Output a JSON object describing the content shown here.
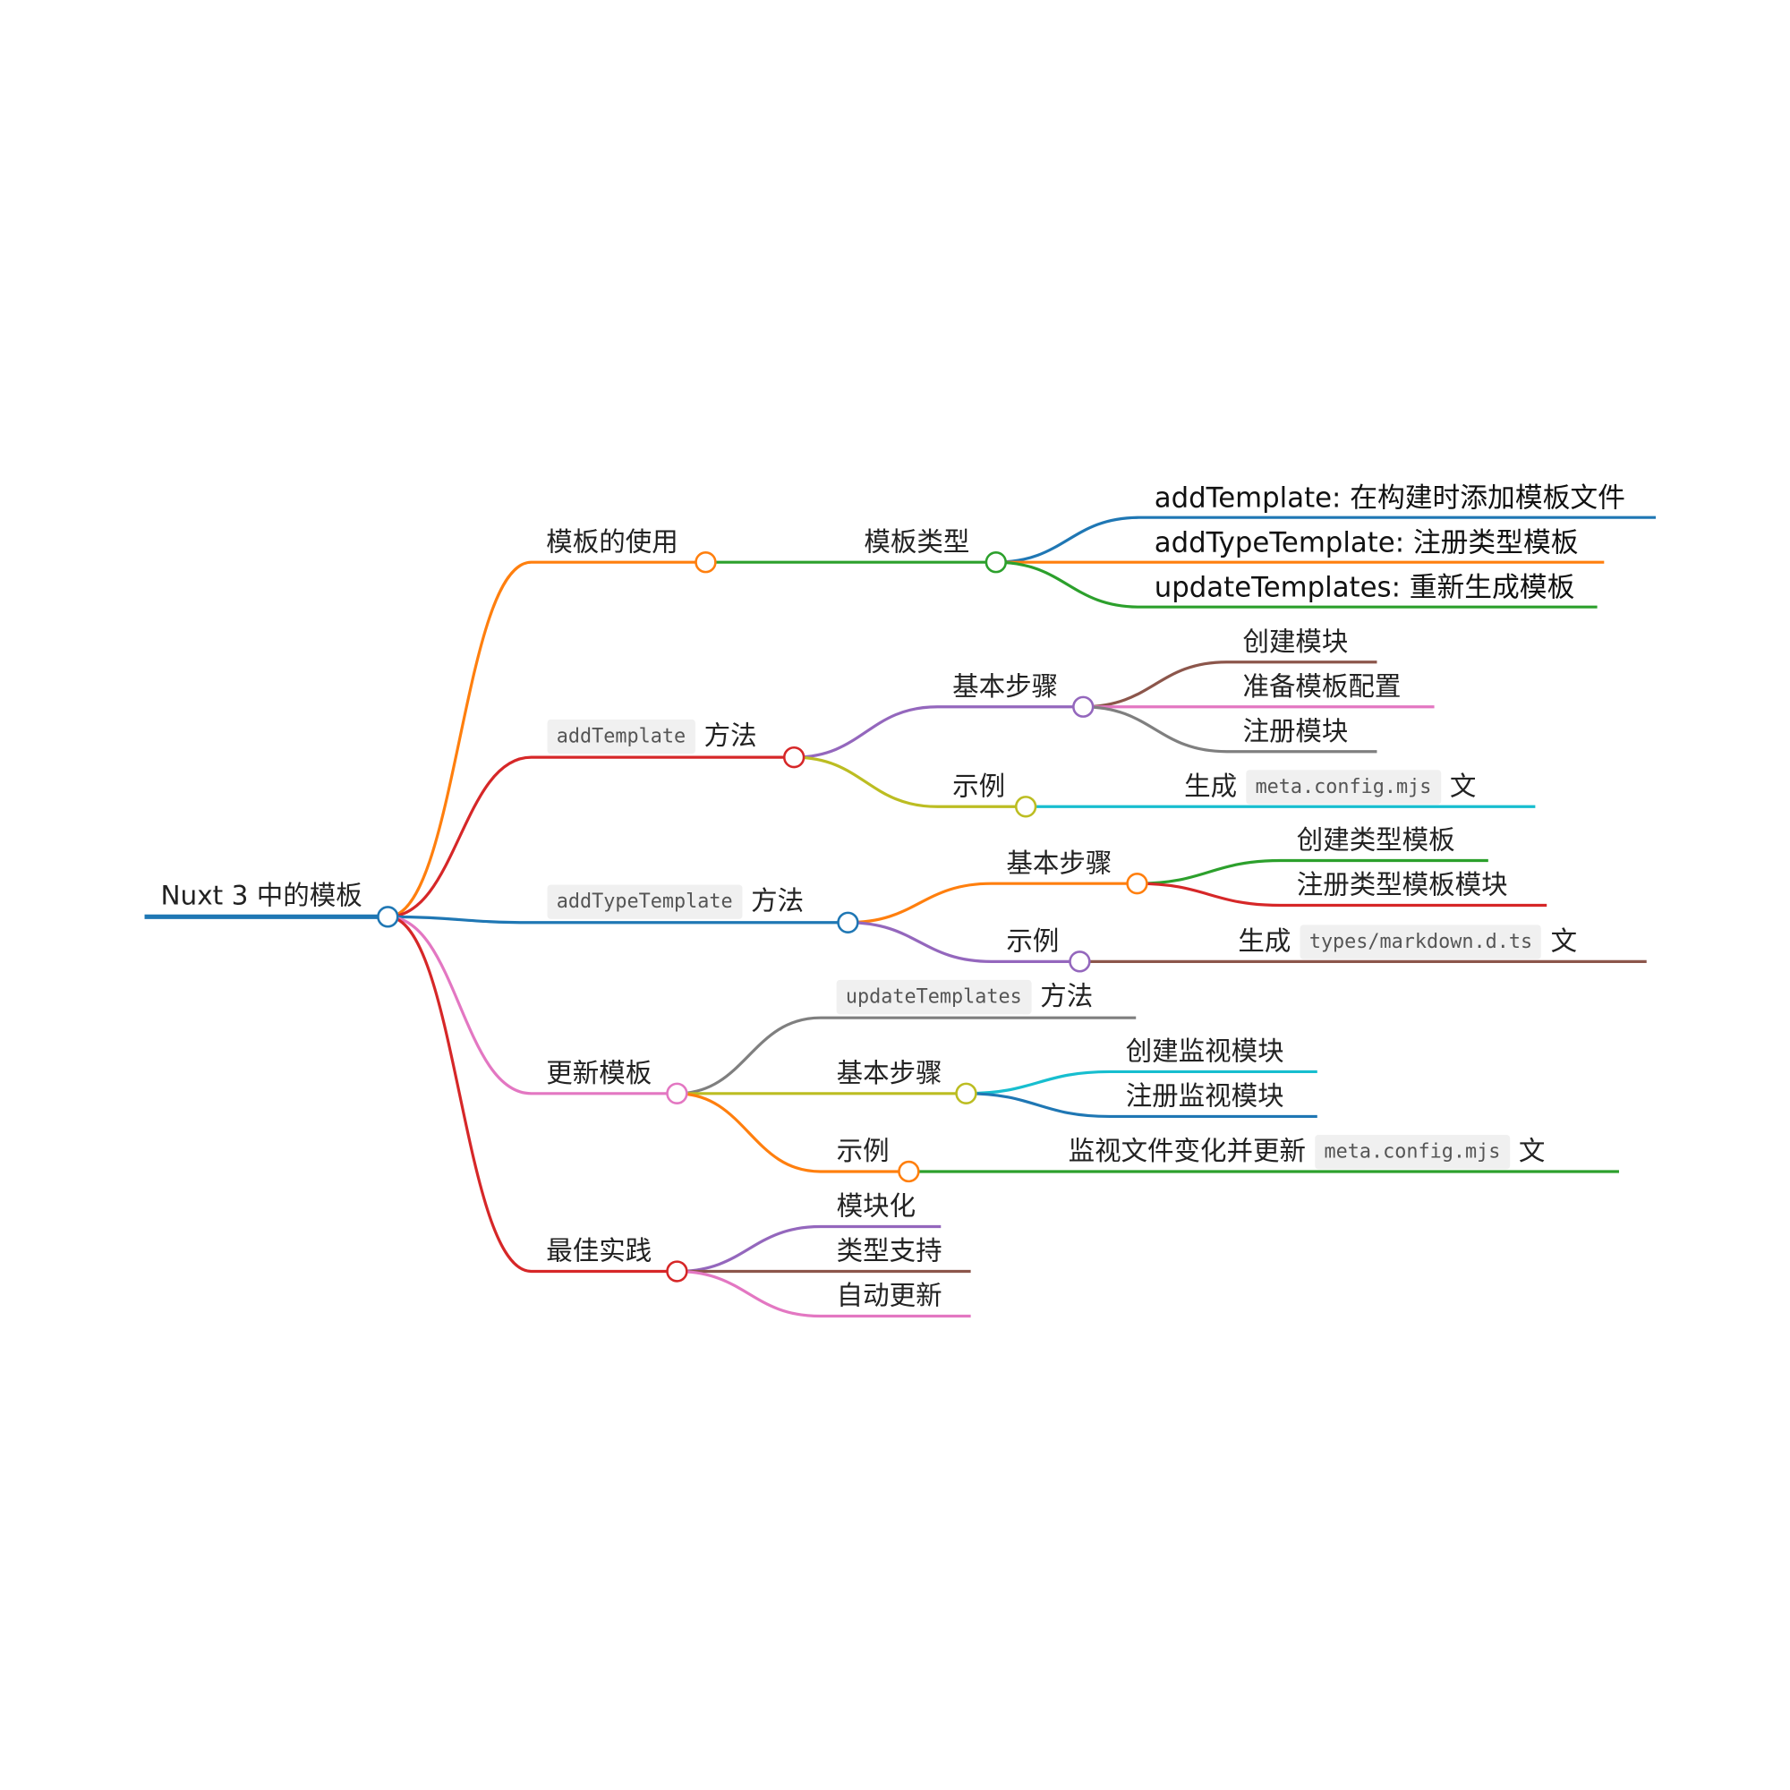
{
  "root": {
    "label": "Nuxt 3 中的模板"
  },
  "usage": {
    "label": "模板的使用",
    "types": {
      "label": "模板类型",
      "items": [
        {
          "name": "addTemplate",
          "desc": ": 在构建时添加模板文件"
        },
        {
          "name": "addTypeTemplate",
          "desc": ": 注册类型模板"
        },
        {
          "name": "updateTemplates",
          "desc": ": 重新生成模板"
        }
      ]
    }
  },
  "add_template": {
    "code": "addTemplate",
    "suffix": "方法",
    "steps": {
      "label": "基本步骤",
      "items": [
        "创建模块",
        "准备模板配置",
        "注册模块"
      ]
    },
    "example": {
      "label": "示例",
      "prefix": "生成",
      "code": "meta.config.mjs",
      "suffix": "文"
    }
  },
  "add_type_template": {
    "code": "addTypeTemplate",
    "suffix": "方法",
    "steps": {
      "label": "基本步骤",
      "items": [
        "创建类型模板",
        "注册类型模板模块"
      ]
    },
    "example": {
      "label": "示例",
      "prefix": "生成",
      "code": "types/markdown.d.ts",
      "suffix": "文"
    }
  },
  "update": {
    "label": "更新模板",
    "method": {
      "code": "updateTemplates",
      "suffix": "方法"
    },
    "steps": {
      "label": "基本步骤",
      "items": [
        "创建监视模块",
        "注册监视模块"
      ]
    },
    "example": {
      "label": "示例",
      "prefix": "监视文件变化并更新",
      "code": "meta.config.mjs",
      "suffix": "文"
    }
  },
  "best": {
    "label": "最佳实践",
    "items": [
      "模块化",
      "类型支持",
      "自动更新"
    ]
  }
}
